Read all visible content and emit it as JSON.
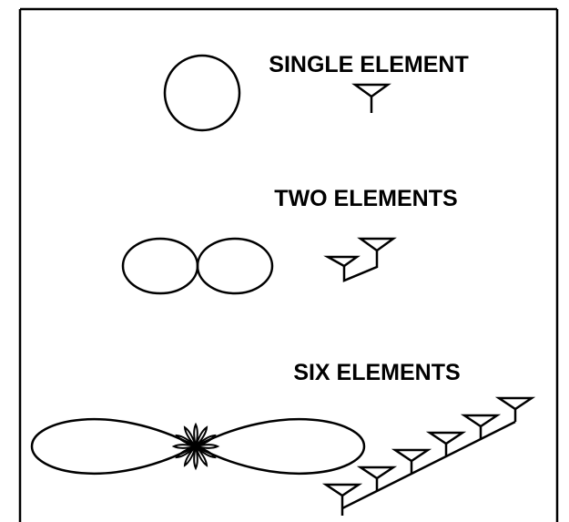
{
  "diagrams": [
    {
      "label": "SINGLE ELEMENT",
      "element_count": 1
    },
    {
      "label": "TWO ELEMENTS",
      "element_count": 2
    },
    {
      "label": "SIX ELEMENTS",
      "element_count": 6
    }
  ],
  "colors": {
    "ink": "#000000",
    "background": "#ffffff"
  }
}
